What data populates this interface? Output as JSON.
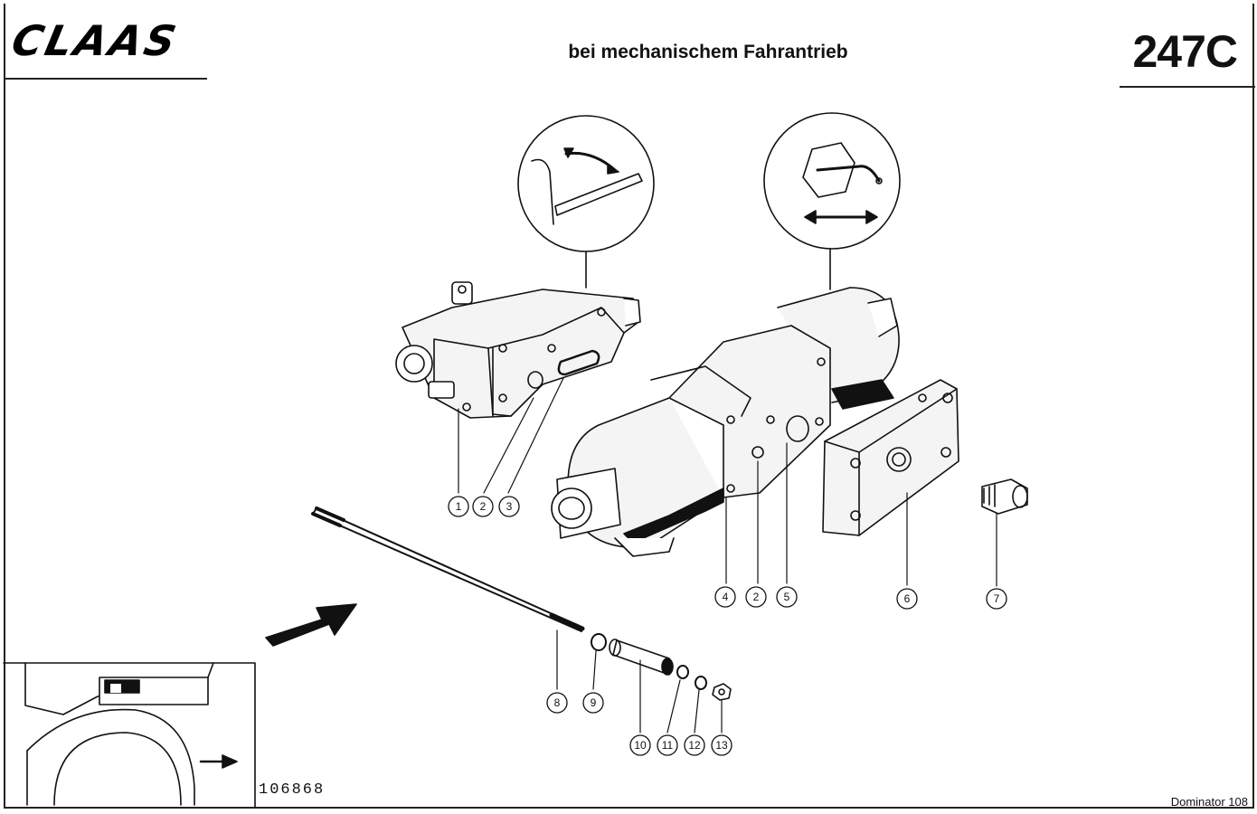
{
  "header": {
    "logo": "CLAAS",
    "title": "bei mechanischem Fahrantrieb",
    "page_code": "247C"
  },
  "footer": {
    "doc_number": "106868",
    "model": "Dominator 108"
  },
  "callouts": [
    {
      "n": "1"
    },
    {
      "n": "2"
    },
    {
      "n": "3"
    },
    {
      "n": "4"
    },
    {
      "n": "2"
    },
    {
      "n": "5"
    },
    {
      "n": "6"
    },
    {
      "n": "7"
    },
    {
      "n": "8"
    },
    {
      "n": "9"
    },
    {
      "n": "10"
    },
    {
      "n": "11"
    },
    {
      "n": "12"
    },
    {
      "n": "13"
    }
  ]
}
